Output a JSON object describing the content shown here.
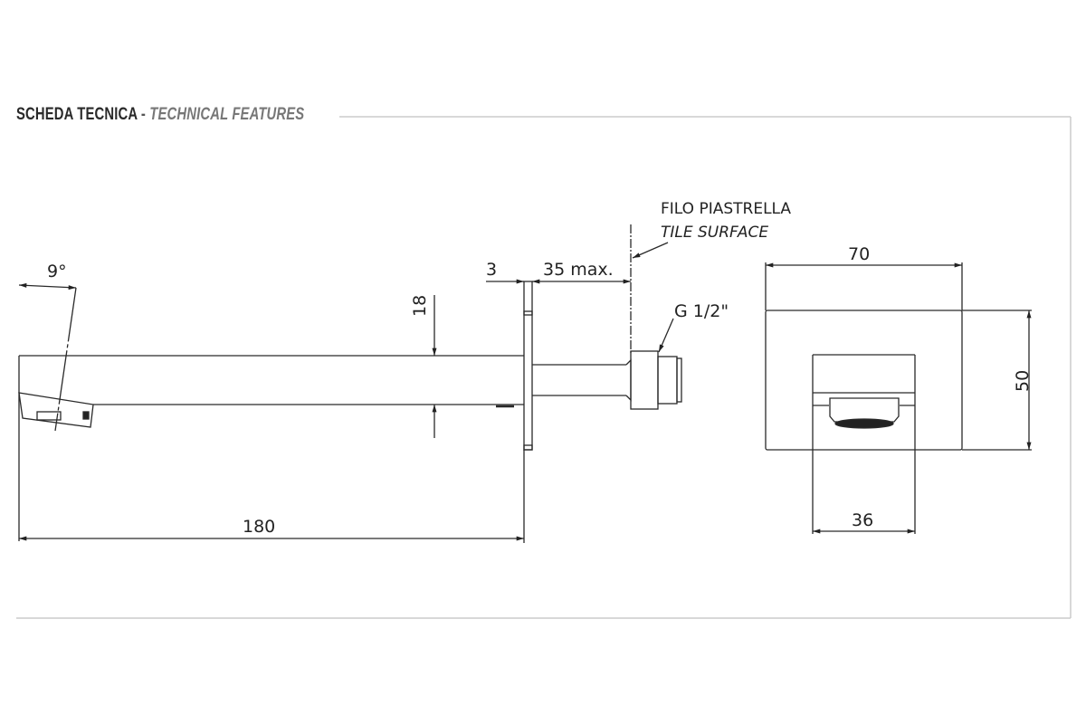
{
  "header": {
    "title_it": "SCHEDA TECNICA",
    "separator": "-",
    "title_en": "TECHNICAL FEATURES"
  },
  "labels": {
    "tile_it": "FILO PIASTRELLA",
    "tile_en": "TILE SURFACE",
    "thread": "G 1/2\"",
    "angle": "9°"
  },
  "dimensions": {
    "length": "180",
    "height": "18",
    "plate": "3",
    "max_depth": "35 max.",
    "front_width": "70",
    "front_height": "50",
    "spout_width": "36"
  },
  "colors": {
    "line": "#2a2a2a",
    "frame": "#cccccc"
  }
}
